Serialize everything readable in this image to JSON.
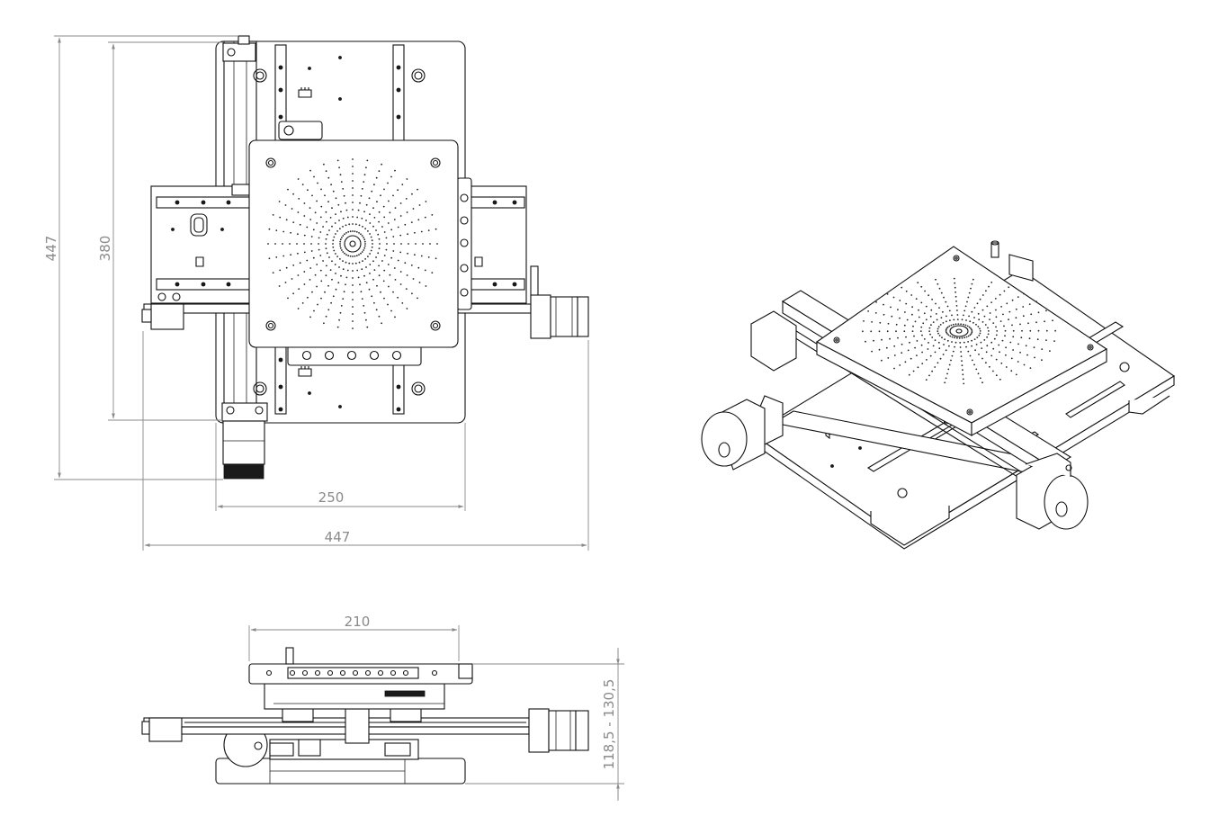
{
  "drawing": {
    "views": {
      "top_view": {
        "dimensions": {
          "overall_height": "447",
          "base_height": "380",
          "base_width": "250",
          "overall_width": "447"
        }
      },
      "front_view": {
        "dimensions": {
          "platform_width": "210",
          "height_range": "118,5 - 130,5"
        }
      },
      "isometric_view": {}
    },
    "colors": {
      "line": "#111111",
      "dimension": "#8a8a8a",
      "background": "#ffffff"
    }
  }
}
